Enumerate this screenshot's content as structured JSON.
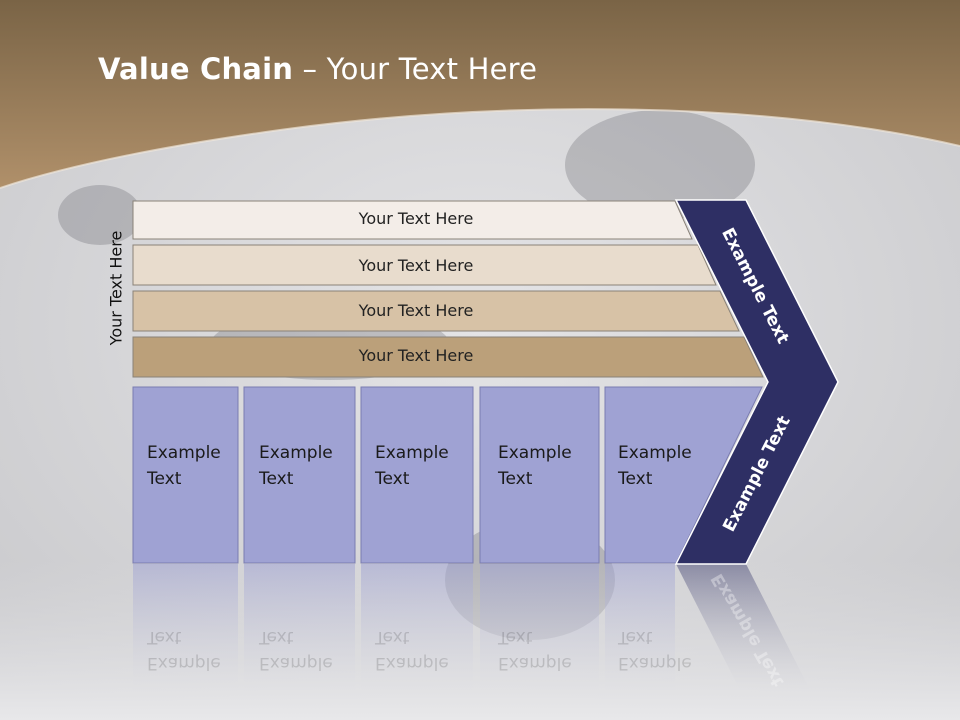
{
  "title": {
    "bold": "Value Chain",
    "rest": " – Your Text Here"
  },
  "side_label": "Your Text Here",
  "rows": [
    {
      "label": "Your Text Here",
      "color": "#f3ede8"
    },
    {
      "label": "Your Text Here",
      "color": "#e8dccd"
    },
    {
      "label": "Your Text Here",
      "color": "#d7c2a6"
    },
    {
      "label": "Your Text Here",
      "color": "#bba07a"
    }
  ],
  "columns": [
    {
      "line1": "Example",
      "line2": "Text"
    },
    {
      "line1": "Example",
      "line2": "Text"
    },
    {
      "line1": "Example",
      "line2": "Text"
    },
    {
      "line1": "Example",
      "line2": "Text"
    },
    {
      "line1": "Example",
      "line2": "Text"
    }
  ],
  "chevron": {
    "upper_label": "Example Text",
    "lower_label": "Example Text"
  },
  "colors": {
    "header": "#8a7050",
    "column_fill": "#9fa2d3",
    "chevron_fill": "#2e2f64"
  }
}
